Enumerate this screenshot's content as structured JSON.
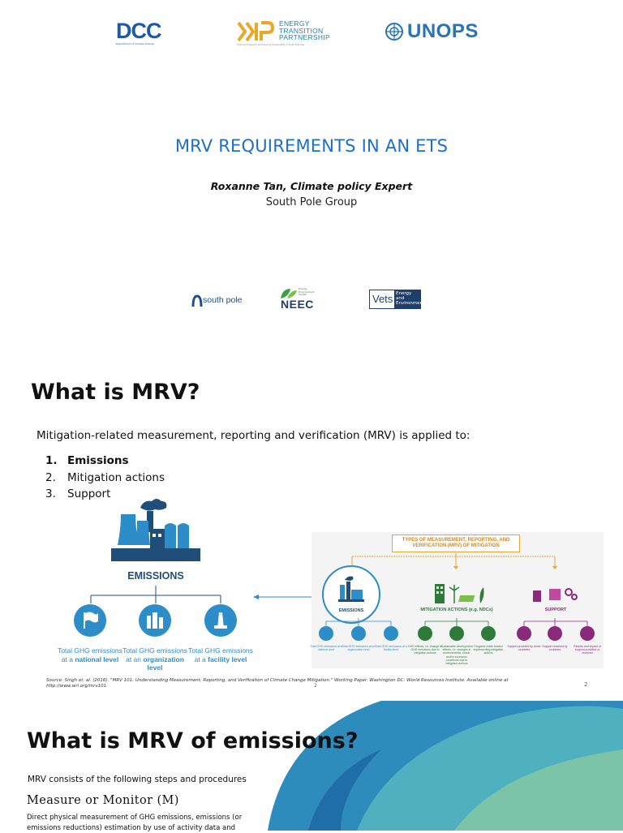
{
  "slide1": {
    "logos": {
      "dcc": "DCC",
      "dcc_sub": "Department of Climate Change",
      "etp": [
        "ENERGY",
        "TRANSITION",
        "PARTNERSHIP"
      ],
      "etp_tag": "Fostering Prosperity and Ensuring Sustainability in South East Asia",
      "unops": "UNOPS",
      "south_pole": "south pole",
      "neec": "NEEC",
      "neec_sub": [
        "Energy",
        "Environment",
        "Center"
      ],
      "vets": "Vets",
      "vets_side": [
        "Energy",
        "and",
        "Environment"
      ]
    },
    "title": "MRV REQUIREMENTS IN AN ETS",
    "author": "Roxanne Tan, Climate policy Expert",
    "org": "South Pole Group"
  },
  "slide2": {
    "heading": "What is MRV?",
    "intro": "Mitigation-related measurement, reporting and verification (MRV) is applied to:",
    "list": [
      {
        "num": "1.",
        "text": "Emissions"
      },
      {
        "num": "2.",
        "text": "Mitigation actions"
      },
      {
        "num": "3.",
        "text": "Support"
      }
    ],
    "left_diagram": {
      "title": "EMISSIONS",
      "levels": [
        {
          "pre": "Total GHG emissions",
          "at": "at a",
          "level": "national level"
        },
        {
          "pre": "Total GHG emissions",
          "at": "at an",
          "level": "organization level"
        },
        {
          "pre": "Total GHG emissions",
          "at": "at a",
          "level": "facility level"
        }
      ]
    },
    "right_diagram": {
      "box_title": "TYPES OF MEASUREMENT, REPORTING, AND VERIFICATION (MRV) OF MITIGATION",
      "emissions_label": "EMISSIONS",
      "mitigation_label": "MITIGATION ACTIONS (e.g. NDCs)",
      "support_label": "SUPPORT",
      "emission_items": [
        "Total GHG emissions at a national level",
        "Total GHG emissions at an organization level",
        "Total GHG emissions at a facility level"
      ],
      "mitigation_items": [
        "GHG effects, i.e. change in GHG emissions due to mitigation actions",
        "Sustainable development effects, i.e. changes in environmental, social, and/or economic conditions due to mitigation actions",
        "Progress made toward implementing mitigation actions"
      ],
      "support_items": [
        "Support provided by donor countries",
        "Support received by countries",
        "Results and impact of support provided or received"
      ]
    },
    "source": "Source: Singh et. al. (2016). \"MRV 101: Understanding Measurement, Reporting, and Verification of Climate Change Mitigation.\" Working Paper. Washington DC: World Resources Institute. Available online at http://www.wri.org/mrv101.",
    "page_small": "2",
    "page": "2",
    "colors": {
      "blue": "#2d8dc8",
      "green": "#2e7a3a",
      "purple": "#8a2a7a",
      "orange": "#e2a83a"
    }
  },
  "slide3": {
    "heading": "What is MRV of emissions?",
    "intro": "MRV consists of the following steps and procedures",
    "measure": "Measure or Monitor (M)",
    "desc": "Direct physical measurement of GHG emissions, emissions (or emissions reductions) estimation by use of activity data and"
  }
}
